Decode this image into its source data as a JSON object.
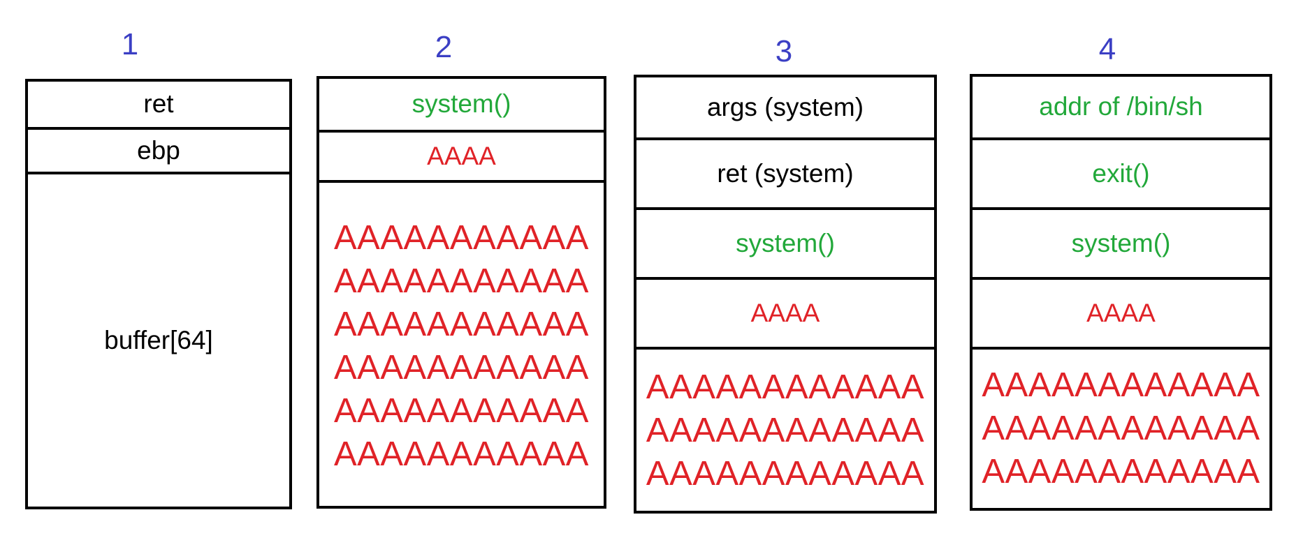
{
  "colors": {
    "number": "#3b3fc4",
    "text": "#000000",
    "green": "#22a83a",
    "red": "#e02227"
  },
  "diagrams": [
    {
      "number": "1",
      "cells": [
        {
          "label": "ret",
          "color": "black"
        },
        {
          "label": "ebp",
          "color": "black"
        },
        {
          "label": "buffer[64]",
          "color": "black"
        }
      ]
    },
    {
      "number": "2",
      "cells": [
        {
          "label": "system()",
          "color": "green"
        },
        {
          "label": "AAAA",
          "color": "red"
        }
      ],
      "fill_lines": [
        "AAAAAAAAAAA",
        "AAAAAAAAAAA",
        "AAAAAAAAAAA",
        "AAAAAAAAAAA",
        "AAAAAAAAAAA",
        "AAAAAAAAAAA"
      ]
    },
    {
      "number": "3",
      "cells": [
        {
          "label": "args (system)",
          "color": "black"
        },
        {
          "label": "ret (system)",
          "color": "black"
        },
        {
          "label": "system()",
          "color": "green"
        },
        {
          "label": "AAAA",
          "color": "red"
        }
      ],
      "fill_lines": [
        "AAAAAAAAAAAA",
        "AAAAAAAAAAAA",
        "AAAAAAAAAAAA"
      ]
    },
    {
      "number": "4",
      "cells": [
        {
          "label": "addr of /bin/sh",
          "color": "green"
        },
        {
          "label": "exit()",
          "color": "green"
        },
        {
          "label": "system()",
          "color": "green"
        },
        {
          "label": "AAAA",
          "color": "red"
        }
      ],
      "fill_lines": [
        "AAAAAAAAAAAA",
        "AAAAAAAAAAAA",
        "AAAAAAAAAAAA"
      ]
    }
  ]
}
